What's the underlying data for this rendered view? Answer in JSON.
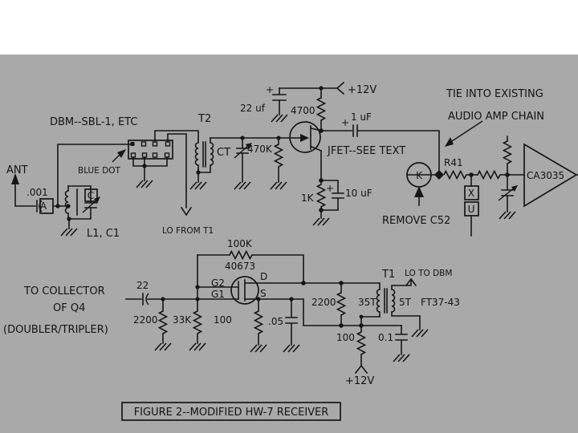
{
  "figure": {
    "caption": "FIGURE 2--MODIFIED HW-7 RECEIVER"
  },
  "colors": {
    "page_background": "#ffffff",
    "paper": "#a9a9a9",
    "ink": "#161616"
  },
  "receiver": {
    "antenna": "ANT",
    "cap_001": ".001",
    "box_a": "A",
    "box_c": "C",
    "tank": "L1, C1",
    "dbm": "DBM--SBL-1, ETC",
    "blue_dot": "BLUE DOT",
    "lo_from": "LO FROM T1",
    "t2": "T2",
    "ct": "CT",
    "r_470k": "470K",
    "r_4700": "4700",
    "c_22uf": "22 uf",
    "v12_top": "+12V",
    "c_1uf": "1 uF",
    "jfet_note": "JFET--SEE TEXT",
    "r_1k": "1K",
    "c_10uf": "10 uF",
    "tie_line1": "TIE INTO EXISTING",
    "tie_line2": "AUDIO AMP CHAIN",
    "k_jack": "K",
    "remove_note": "REMOVE C52",
    "r41": "R41",
    "box_x": "X",
    "box_u": "U",
    "ic": "CA3035",
    "plus": "+"
  },
  "oscillator": {
    "drive_line1": "TO COLLECTOR",
    "drive_line2": "OF Q4",
    "drive_line3": "(DOUBLER/TRIPLER)",
    "c_22": "22",
    "r_2200_in": "2200",
    "r_33k": "33K",
    "r_100k": "100K",
    "mosfet": "40673",
    "g2": "G2",
    "g1": "G1",
    "d": "D",
    "s": "S",
    "r_100_source": "100",
    "c_05": ".05",
    "r_2200_drain": "2200",
    "t1": "T1",
    "lo_to": "LO TO DBM",
    "pri_turns": "35T",
    "sec_turns": "5T",
    "core": "FT37-43",
    "r_100_supply": "100",
    "c_01": "0.1",
    "v12": "+12V"
  }
}
